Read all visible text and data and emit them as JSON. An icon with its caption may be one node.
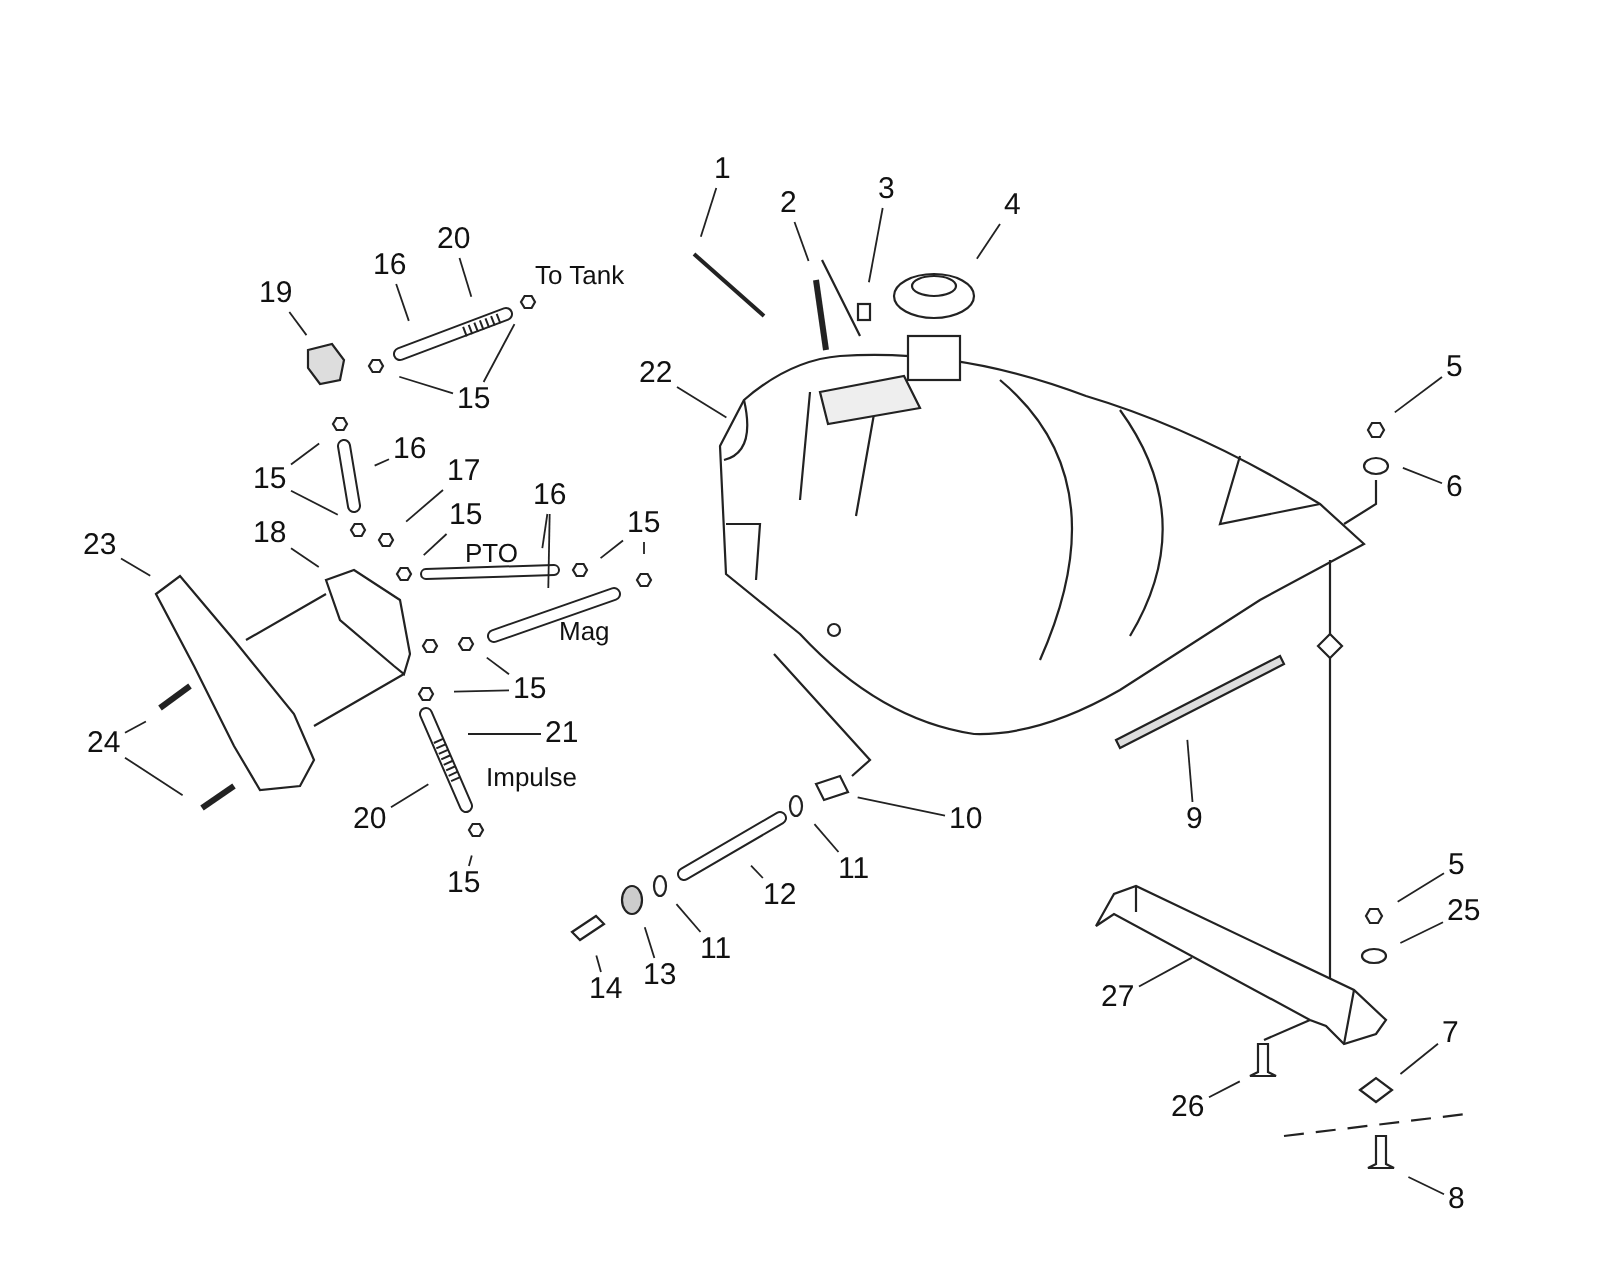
{
  "diagram": {
    "nodes": [
      {
        "text": [
          "1"
        ]
      },
      {
        "text": [
          "2"
        ]
      },
      {
        "text": [
          "3"
        ]
      },
      {
        "text": [
          "4"
        ]
      },
      {
        "text": [
          "22"
        ]
      },
      {
        "text": [
          "5"
        ]
      },
      {
        "text": [
          "6"
        ]
      },
      {
        "text": [
          "19"
        ]
      },
      {
        "text": [
          "20"
        ]
      },
      {
        "text": [
          "16"
        ]
      },
      {
        "text": [
          "15"
        ]
      },
      {
        "text": [
          "15"
        ]
      },
      {
        "text": [
          "16"
        ]
      },
      {
        "text": [
          "17"
        ]
      },
      {
        "text": [
          "18"
        ]
      },
      {
        "text": [
          "15"
        ]
      },
      {
        "text": [
          "16"
        ]
      },
      {
        "text": [
          "15"
        ]
      },
      {
        "text": [
          "23"
        ]
      },
      {
        "text": [
          "15"
        ]
      },
      {
        "text": [
          "21"
        ]
      },
      {
        "text": [
          "24"
        ]
      },
      {
        "text": [
          "20"
        ]
      },
      {
        "text": [
          "15"
        ]
      },
      {
        "text": [
          "10"
        ]
      },
      {
        "text": [
          "9"
        ]
      },
      {
        "text": [
          "11"
        ]
      },
      {
        "text": [
          "12"
        ]
      },
      {
        "text": [
          "11"
        ]
      },
      {
        "text": [
          "13"
        ]
      },
      {
        "text": [
          "14"
        ]
      },
      {
        "text": [
          "27"
        ]
      },
      {
        "text": [
          "5"
        ]
      },
      {
        "text": [
          "25"
        ]
      },
      {
        "text": [
          "7"
        ]
      },
      {
        "text": [
          "26"
        ]
      },
      {
        "text": [
          "8"
        ]
      }
    ],
    "edges": [
      {
        "from": 0,
        "to": null,
        "arrow": "none"
      },
      {
        "from": 1,
        "to": null,
        "arrow": "none"
      },
      {
        "from": 2,
        "to": null,
        "arrow": "none"
      },
      {
        "from": 3,
        "to": null,
        "arrow": "none"
      },
      {
        "from": 4,
        "to": null,
        "arrow": "none"
      },
      {
        "from": 5,
        "to": null,
        "arrow": "none"
      },
      {
        "from": 6,
        "to": null,
        "arrow": "none"
      },
      {
        "from": 7,
        "to": null,
        "arrow": "none"
      },
      {
        "from": 8,
        "to": null,
        "arrow": "none"
      },
      {
        "from": 9,
        "to": null,
        "arrow": "none"
      },
      {
        "from": 10,
        "to": null,
        "arrow": "none"
      },
      {
        "from": 10,
        "to": null,
        "arrow": "none"
      },
      {
        "from": 11,
        "to": null,
        "arrow": "none"
      },
      {
        "from": 11,
        "to": null,
        "arrow": "none"
      },
      {
        "from": 12,
        "to": null,
        "arrow": "none"
      },
      {
        "from": 13,
        "to": null,
        "arrow": "none"
      },
      {
        "from": 14,
        "to": null,
        "arrow": "none"
      },
      {
        "from": 15,
        "to": null,
        "arrow": "none"
      },
      {
        "from": 16,
        "to": null,
        "arrow": "none"
      },
      {
        "from": 16,
        "to": null,
        "arrow": "none"
      },
      {
        "from": 17,
        "to": null,
        "arrow": "none"
      },
      {
        "from": 17,
        "to": null,
        "arrow": "none"
      },
      {
        "from": 18,
        "to": null,
        "arrow": "none"
      },
      {
        "from": 19,
        "to": null,
        "arrow": "none"
      },
      {
        "from": 19,
        "to": null,
        "arrow": "none"
      },
      {
        "from": 20,
        "to": null,
        "arrow": "none"
      },
      {
        "from": 21,
        "to": null,
        "arrow": "none"
      },
      {
        "from": 21,
        "to": null,
        "arrow": "none"
      },
      {
        "from": 22,
        "to": null,
        "arrow": "none"
      },
      {
        "from": 23,
        "to": null,
        "arrow": "none"
      },
      {
        "from": 24,
        "to": null,
        "arrow": "none"
      },
      {
        "from": 25,
        "to": null,
        "arrow": "none"
      },
      {
        "from": 26,
        "to": null,
        "arrow": "none"
      },
      {
        "from": 27,
        "to": null,
        "arrow": "none"
      },
      {
        "from": 28,
        "to": null,
        "arrow": "none"
      },
      {
        "from": 29,
        "to": null,
        "arrow": "none"
      },
      {
        "from": 30,
        "to": null,
        "arrow": "none"
      },
      {
        "from": 31,
        "to": null,
        "arrow": "none"
      },
      {
        "from": 32,
        "to": null,
        "arrow": "none"
      },
      {
        "from": 33,
        "to": null,
        "arrow": "none"
      },
      {
        "from": 34,
        "to": null,
        "arrow": "none"
      },
      {
        "from": 35,
        "to": null,
        "arrow": "none"
      },
      {
        "from": 36,
        "to": null,
        "arrow": "none"
      }
    ],
    "labels": [
      "To Tank",
      "PTO",
      "Mag",
      "Impulse"
    ]
  }
}
